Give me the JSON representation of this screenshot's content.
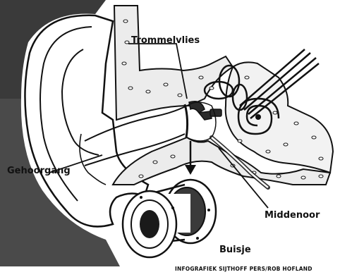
{
  "labels": {
    "trommelvlies": "Trommelvlies",
    "gehoorgang": "Gehoorgang",
    "middenoor": "Middenoor",
    "buisje": "Buisje"
  },
  "credit": "INFOGRAFIEK SIJTHOFF PERS/ROB HOFLAND",
  "colors": {
    "ink": "#111111",
    "shade": "#3a3a3a",
    "paper": "#ffffff",
    "bone": "#ececec"
  }
}
